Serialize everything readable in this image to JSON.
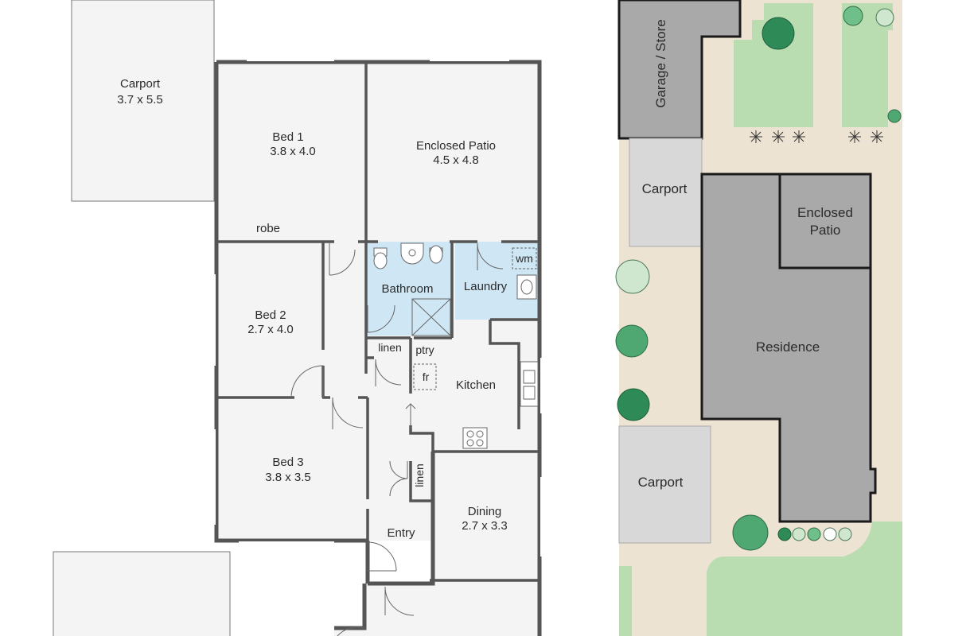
{
  "floor_plan": {
    "rooms": {
      "carport_1": {
        "name": "Carport",
        "dims": "3.7 x 5.5"
      },
      "bed_1": {
        "name": "Bed 1",
        "dims": "3.8 x 4.0"
      },
      "enclosed_patio": {
        "name": "Enclosed Patio",
        "dims": "4.5 x 4.8"
      },
      "robe": {
        "name": "robe"
      },
      "bathroom": {
        "name": "Bathroom"
      },
      "laundry": {
        "name": "Laundry"
      },
      "wm": {
        "name": "wm"
      },
      "bed_2": {
        "name": "Bed 2",
        "dims": "2.7 x 4.0"
      },
      "linen_1": {
        "name": "linen"
      },
      "pantry": {
        "name": "ptry"
      },
      "fridge": {
        "name": "fr"
      },
      "kitchen": {
        "name": "Kitchen"
      },
      "bed_3": {
        "name": "Bed 3",
        "dims": "3.8 x 3.5"
      },
      "linen_2": {
        "name": "linen"
      },
      "dining": {
        "name": "Dining",
        "dims": "2.7 x 3.3"
      },
      "entry": {
        "name": "Entry"
      }
    }
  },
  "site_plan": {
    "labels": {
      "garage": "Garage / Store",
      "carport_top": "Carport",
      "enclosed_patio_line1": "Enclosed",
      "enclosed_patio_line2": "Patio",
      "residence": "Residence",
      "carport_bottom": "Carport"
    }
  },
  "colors": {
    "wet_area": "#cfe6f5",
    "room_fill": "#f4f4f4",
    "wall": "#555555",
    "building_gray": "#a9a9a9",
    "carport_gray": "#d8d8d8",
    "lawn": "#b9ddb0",
    "paving": "#ede3d3",
    "tree": "#2e8b57"
  }
}
